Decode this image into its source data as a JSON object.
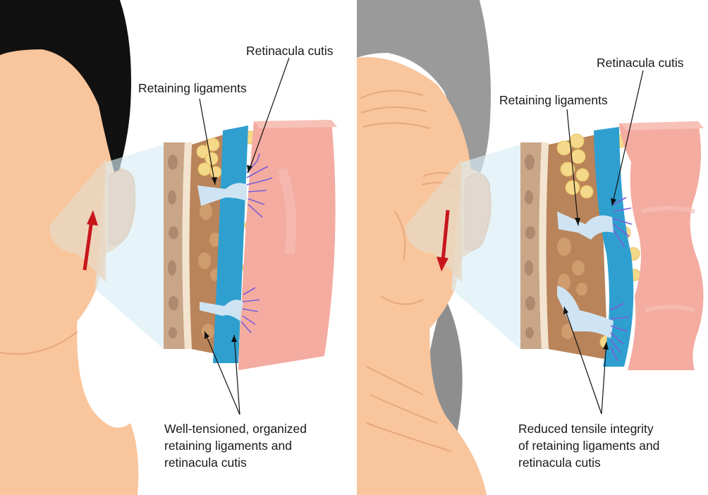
{
  "panels": [
    {
      "id": "young",
      "retinacula_label": "Retinacula cutis",
      "ligaments_label": "Retaining ligaments",
      "caption_lines": [
        "Well-tensioned, organized",
        "retaining ligaments and",
        "retinacula cutis"
      ],
      "arrow_direction": "up"
    },
    {
      "id": "aged",
      "retinacula_label": "Retinacula cutis",
      "ligaments_label": "Retaining ligaments",
      "caption_lines": [
        "Reduced tensile integrity",
        "of retaining ligaments and",
        "retinacula cutis"
      ],
      "arrow_direction": "down"
    }
  ],
  "colors": {
    "skin_face": "#f9c59c",
    "hair_young": "#111111",
    "hair_aged": "#9a9a9a",
    "dermis": "#f4aba0",
    "muscle_band": "#2f9fd0",
    "fat": "#f5d98a",
    "bone": "#c9a688",
    "ligament": "#cfe4f2",
    "retinacula": "#7b5ed6",
    "arrow": "#c8161d"
  }
}
